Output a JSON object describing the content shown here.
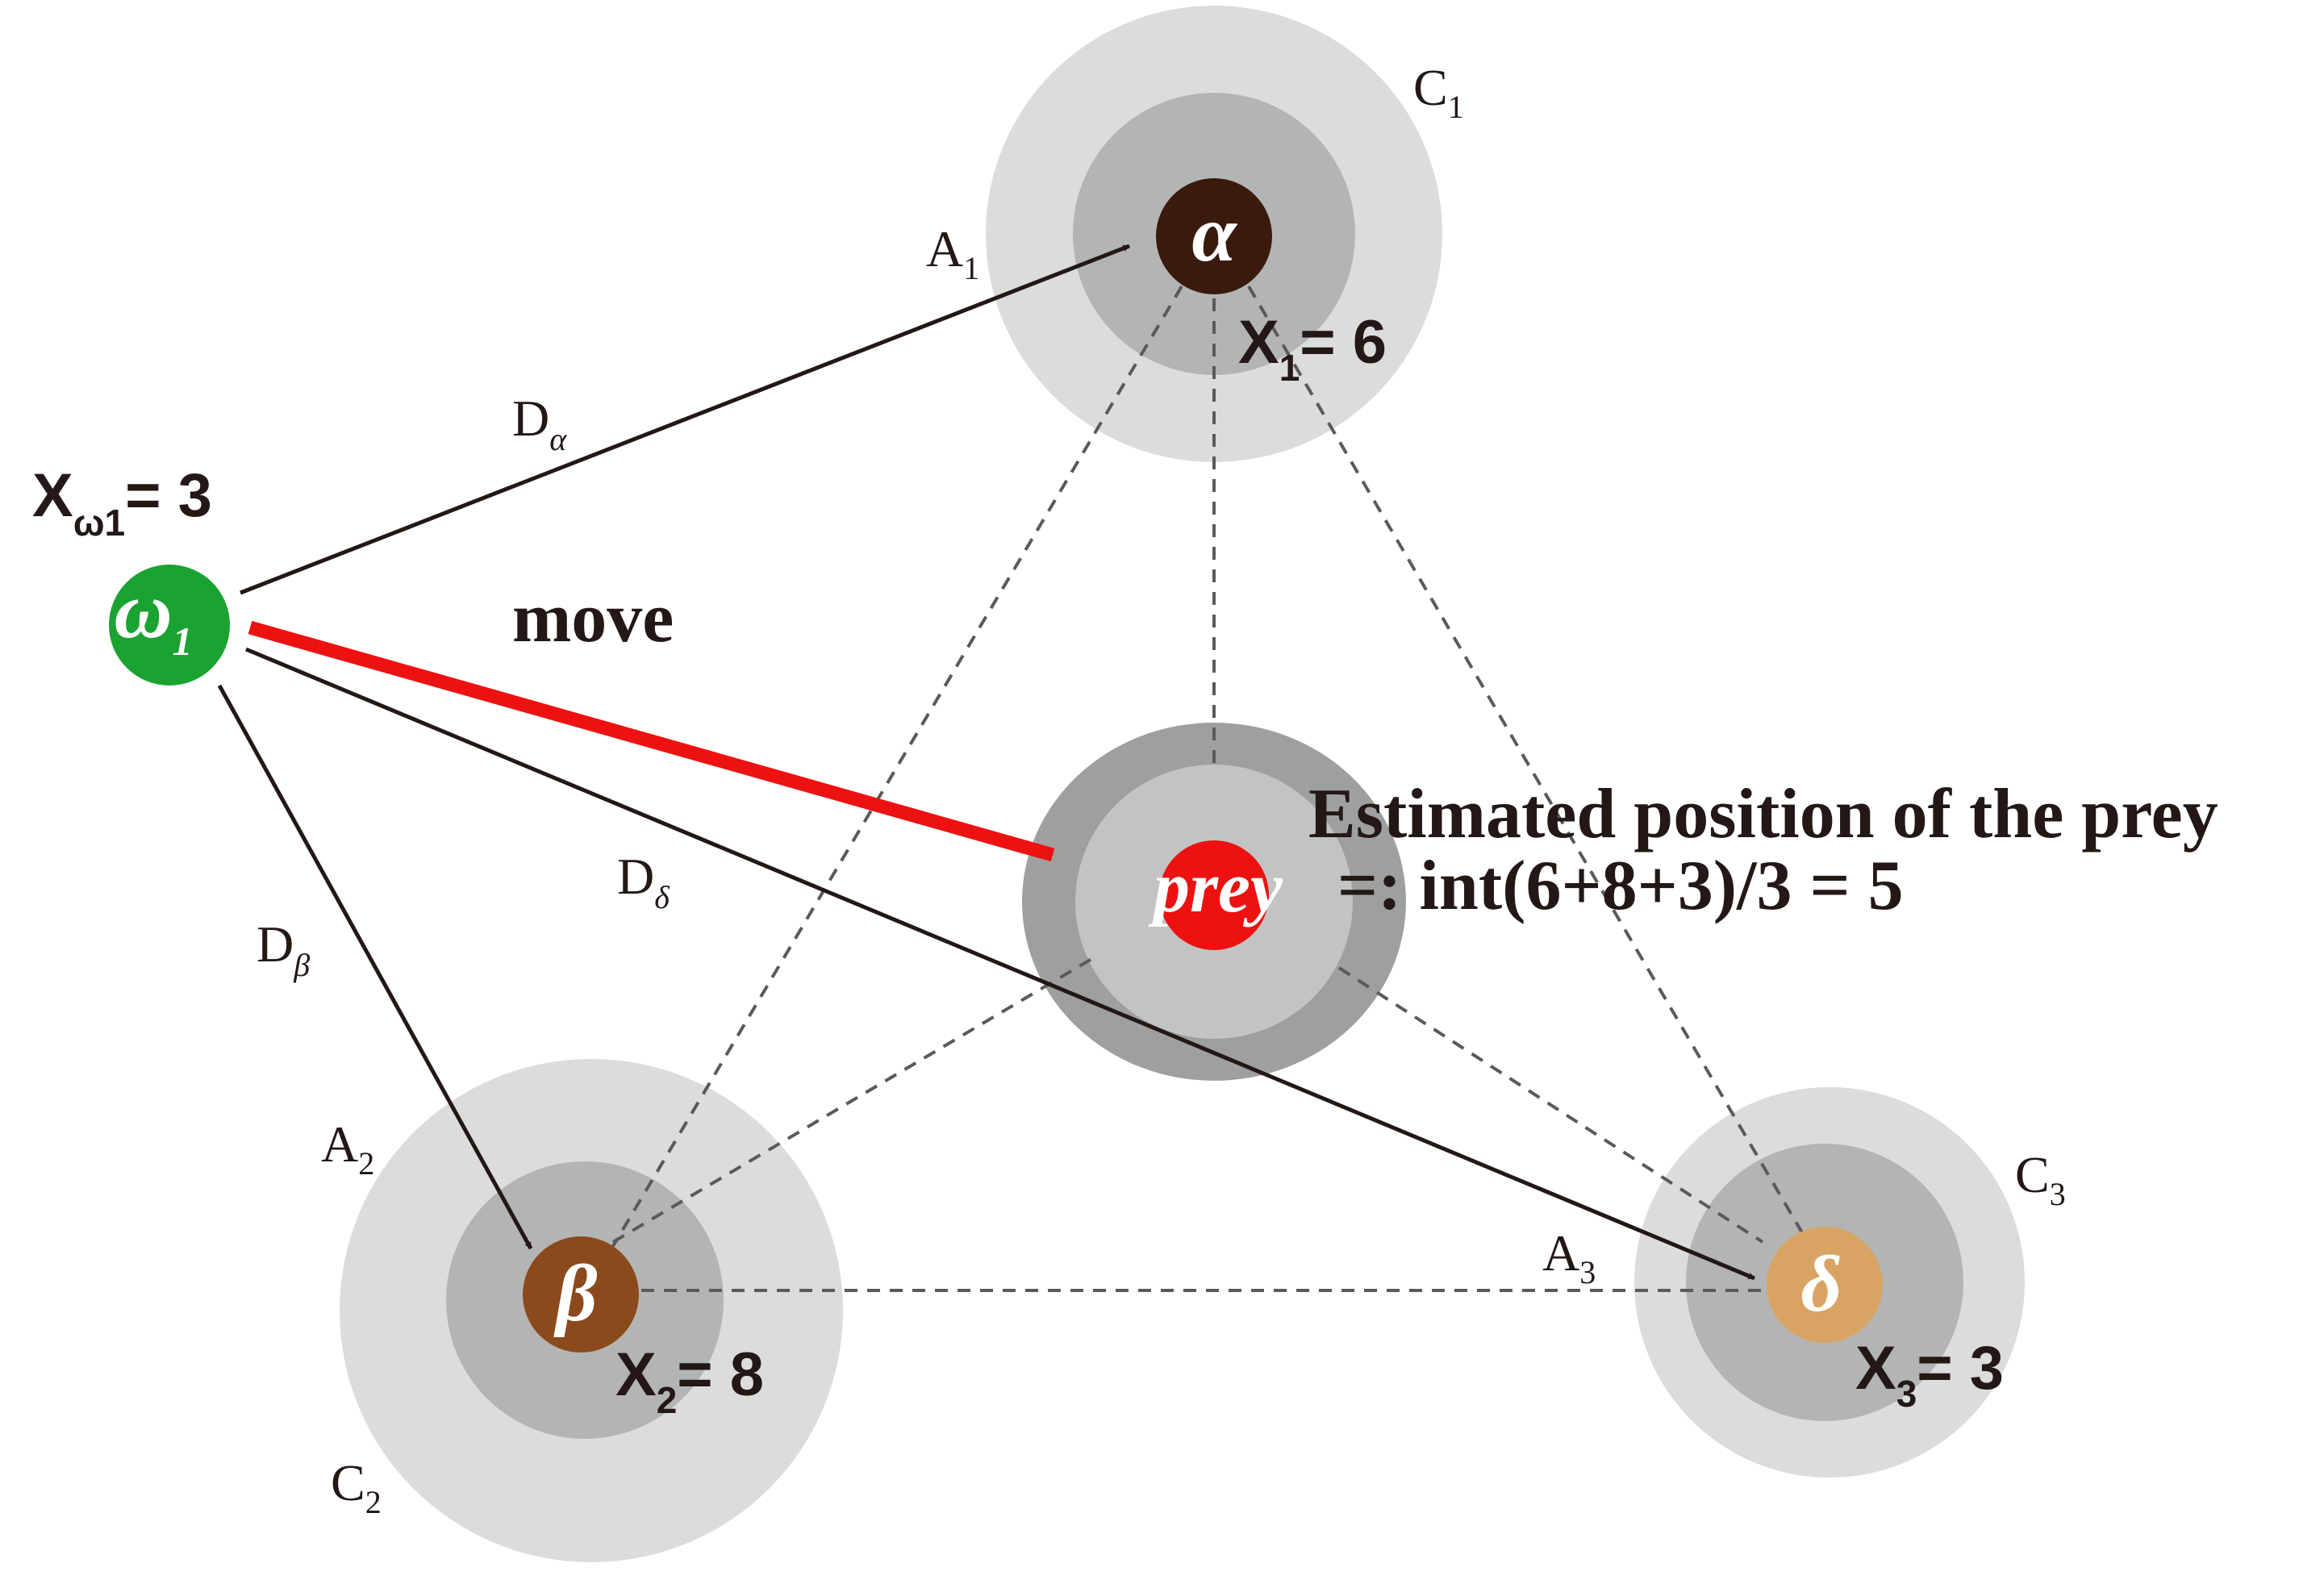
{
  "colors": {
    "outer_ring": "#dcdcdc",
    "inner_ring": "#b3b5b4",
    "prey_outer": "#9ea0a0",
    "prey_inner": "#c2c3c3",
    "alpha": "#3b1a0e",
    "beta": "#8b4a1c",
    "delta": "#d9a463",
    "omega": "#1aa331",
    "prey": "#ee1111",
    "move_arrow": "#ee1111",
    "arrows": "#231815",
    "dashes": "#5a5a5a"
  },
  "agents": {
    "alpha": {
      "symbol": "α",
      "value_label": "X",
      "value_sub": "1",
      "value": "= 6",
      "coef_c": "C",
      "coef_c_sub": "1",
      "coef_a": "A",
      "coef_a_sub": "1"
    },
    "beta": {
      "symbol": "β",
      "value_label": "X",
      "value_sub": "2",
      "value": "= 8",
      "coef_c": "C",
      "coef_c_sub": "2",
      "coef_a": "A",
      "coef_a_sub": "2"
    },
    "delta": {
      "symbol": "δ",
      "value_label": "X",
      "value_sub": "3",
      "value": "= 3",
      "coef_c": "C",
      "coef_c_sub": "3",
      "coef_a": "A",
      "coef_a_sub": "3"
    },
    "omega": {
      "symbol": "ω",
      "symbol_sub": "1",
      "value_label": "X",
      "value_sub": "ω1",
      "value": "= 3"
    }
  },
  "distances": {
    "alpha": {
      "label": "D",
      "sub": "α"
    },
    "beta": {
      "label": "D",
      "sub": "β"
    },
    "delta": {
      "label": "D",
      "sub": "δ"
    }
  },
  "prey": {
    "label": "prey",
    "estimate_line1": "Estimated position of the prey",
    "estimate_line2": "=: int(6+8+3)/3 = 5"
  },
  "move_label": "move"
}
